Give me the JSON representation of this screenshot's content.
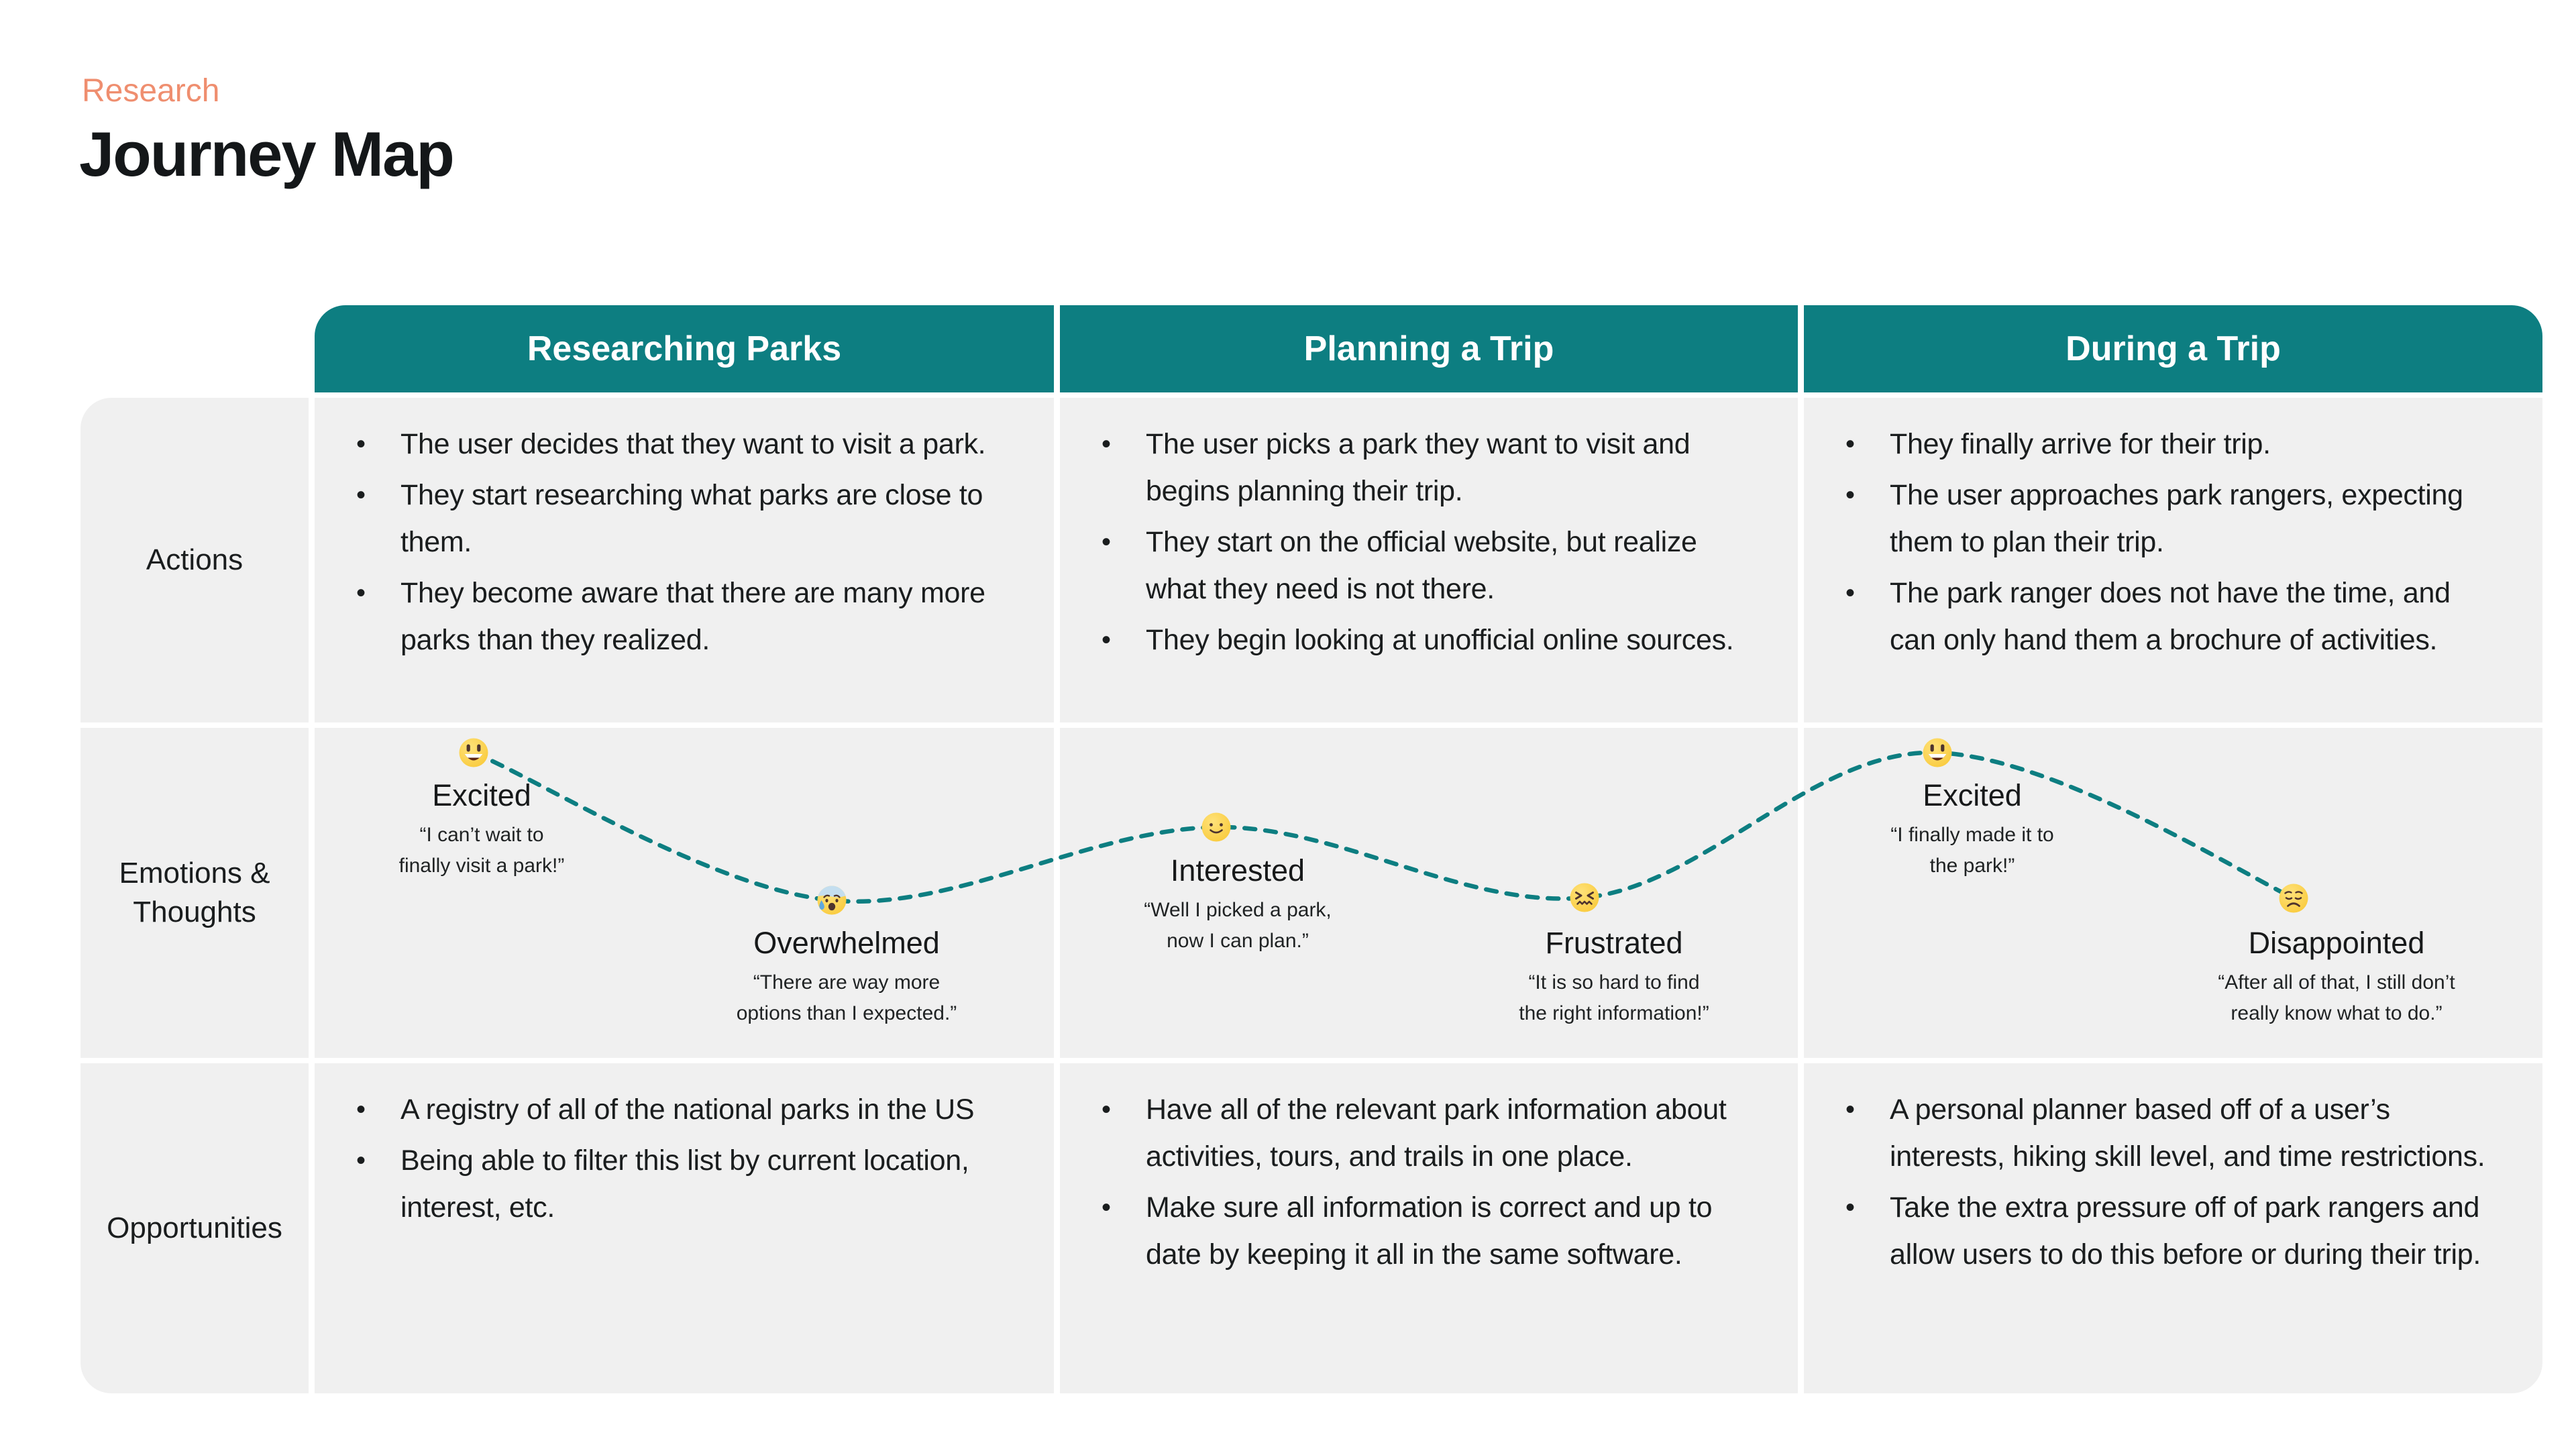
{
  "page": {
    "eyebrow": "Research",
    "title": "Journey Map"
  },
  "colors": {
    "teal": "#0d7e81",
    "salmon": "#ef8e6f",
    "cell_background": "#f0f0f0",
    "text": "#1a1d1e",
    "header_text": "#ffffff",
    "emoji_yellow": "#fbcc44",
    "curve": "#0d7e81"
  },
  "table": {
    "row_labels": [
      "Actions",
      "Emotions & Thoughts",
      "Opportunities"
    ],
    "columns": [
      {
        "header": "Researching Parks",
        "actions": [
          "The user decides that they want to visit a park.",
          "They start researching what parks are close to them.",
          "They become aware that there are many more parks than they realized."
        ],
        "opportunities": [
          "A registry of all of the national parks in the US",
          "Being able to filter this list by current location, interest, etc."
        ]
      },
      {
        "header": "Planning a Trip",
        "actions": [
          "The user picks a park they want to visit and begins planning their trip.",
          "They start on the official website, but realize what they need is not there.",
          "They begin looking at unofficial online sources."
        ],
        "opportunities": [
          "Have all of the relevant park information about activities, tours, and trails in one place.",
          "Make sure all information is correct and up to date by keeping it all in the same software."
        ]
      },
      {
        "header": "During a Trip",
        "actions": [
          "They finally arrive for their trip.",
          "The user approaches park rangers, expecting them to plan their trip.",
          "The park ranger does not have the time, and can only hand them a brochure of activities."
        ],
        "opportunities": [
          "A personal planner based off of a user’s interests, hiking skill level, and time restrictions.",
          "Take the extra pressure off of park rangers and allow users to do this before or during their trip."
        ]
      }
    ]
  },
  "emotions": [
    {
      "emoji": "excited",
      "name": "Excited",
      "quote_lines": [
        "“I can’t wait to",
        "finally visit a park!”"
      ]
    },
    {
      "emoji": "overwhelmed",
      "name": "Overwhelmed",
      "quote_lines": [
        "“There are way more",
        "options than I expected.”"
      ]
    },
    {
      "emoji": "interested",
      "name": "Interested",
      "quote_lines": [
        "“Well I picked a park,",
        "now I can plan.”"
      ]
    },
    {
      "emoji": "frustrated",
      "name": "Frustrated",
      "quote_lines": [
        "“It is so hard to find",
        "the right information!”"
      ]
    },
    {
      "emoji": "excited",
      "name": "Excited",
      "quote_lines": [
        "“I finally made it to",
        "the park!”"
      ]
    },
    {
      "emoji": "disappointed",
      "name": "Disappointed",
      "quote_lines": [
        "“After all of that, I still don’t",
        "really know what to do.”"
      ]
    }
  ]
}
